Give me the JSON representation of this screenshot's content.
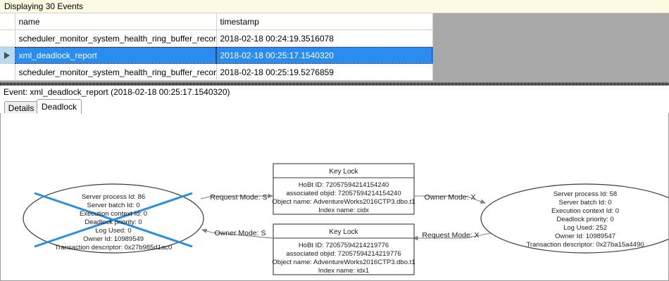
{
  "banner": {
    "text": "Displaying 30 Events"
  },
  "grid": {
    "columns": [
      "",
      "name",
      "timestamp"
    ],
    "rows": [
      {
        "selector": "",
        "name": "scheduler_monitor_system_health_ring_buffer_recorded",
        "timestamp": "2018-02-18 00:24:19.3516078",
        "selected": false
      },
      {
        "selector": "row-pointer",
        "name": "xml_deadlock_report",
        "timestamp": "2018-02-18 00:25:17.1540320",
        "selected": true
      },
      {
        "selector": "",
        "name": "scheduler_monitor_system_health_ring_buffer_recorded",
        "timestamp": "2018-02-18 00:25:19.5276859",
        "selected": false
      }
    ]
  },
  "event_header": {
    "text": "Event: xml_deadlock_report (2018-02-18 00:25:17.1540320)"
  },
  "tabs": [
    {
      "label": "Details",
      "active": false
    },
    {
      "label": "Deadlock",
      "active": true
    }
  ],
  "deadlock_graph": {
    "victim_color": "#2b8fe0",
    "processes": [
      {
        "id": "process-left",
        "is_victim": true,
        "lines": [
          "Server process Id: 86",
          "Server batch Id: 0",
          "Execution context Id: 0",
          "Deadlock priority: 0",
          "Log Used: 0",
          "Owner Id: 10989549",
          "Transaction descriptor: 0x27b985d1ac0"
        ]
      },
      {
        "id": "process-right",
        "is_victim": false,
        "lines": [
          "Server process Id: 58",
          "Server batch Id: 0",
          "Execution context Id: 0",
          "Deadlock priority: 0",
          "Log Used: 252",
          "Owner Id: 10989547",
          "Transaction descriptor: 0x27ba15a4490"
        ]
      }
    ],
    "resources": [
      {
        "id": "keylock-top",
        "title": "Key Lock",
        "lines": [
          "HoBt ID: 72057594214154240",
          "associated objid: 72057594214154240",
          "Object name: AdventureWorks2016CTP3.dbo.t1",
          "Index name: cidx"
        ]
      },
      {
        "id": "keylock-bottom",
        "title": "Key Lock",
        "lines": [
          "HoBt ID: 72057594214219776",
          "associated objid: 72057594214219776",
          "Object name: AdventureWorks2016CTP3.dbo.t1",
          "Index name: idx1"
        ]
      }
    ],
    "edges": [
      {
        "id": "edge-left-request",
        "label": "Request Mode: S"
      },
      {
        "id": "edge-right-owner",
        "label": "Owner Mode: X"
      },
      {
        "id": "edge-left-owner",
        "label": "Owner Mode: S"
      },
      {
        "id": "edge-right-request",
        "label": "Request Mode: X"
      }
    ]
  }
}
